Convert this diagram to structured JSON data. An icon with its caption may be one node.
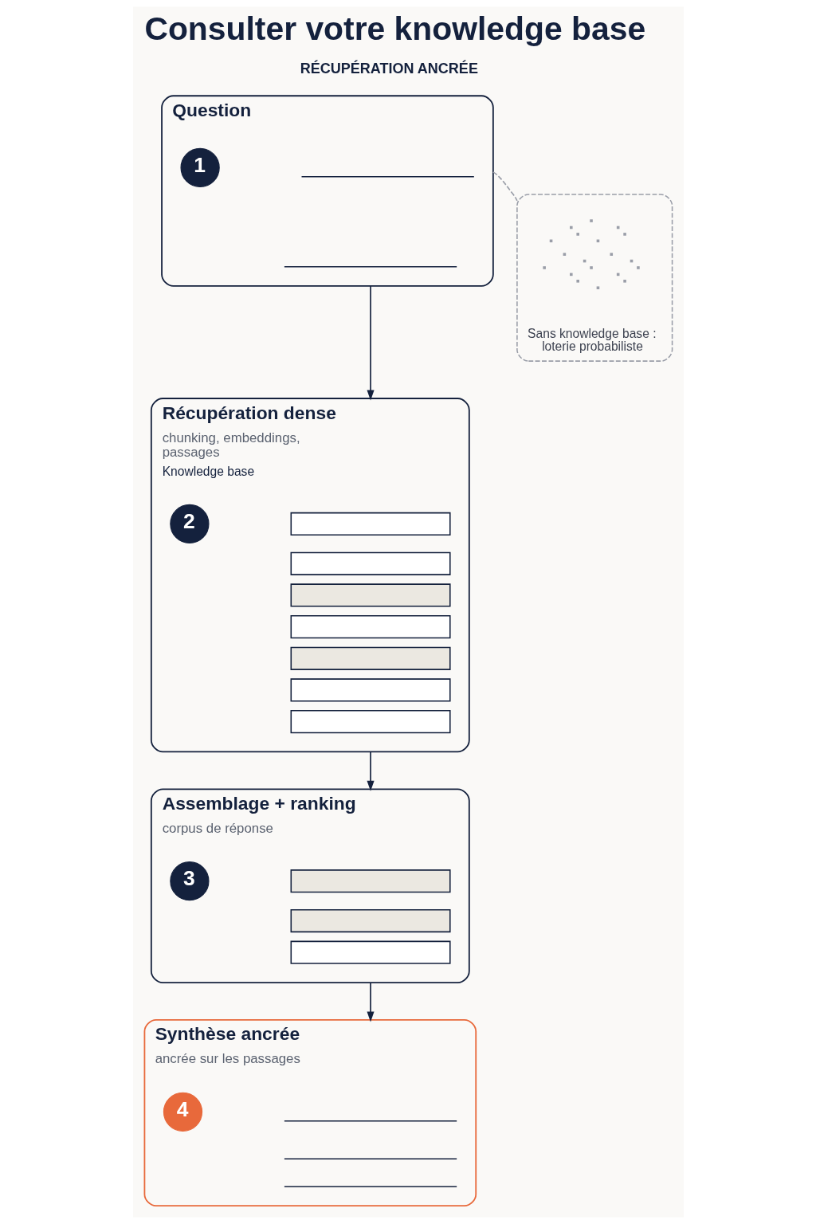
{
  "diagram": {
    "title": "Consulter votre knowledge base",
    "nodes": [
      {
        "text": [
          "Question"
        ]
      },
      {
        "text": [
          "1"
        ],
        "in": 0
      },
      {
        "text": [],
        "shape": "line",
        "in": 0
      },
      {
        "text": [],
        "shape": "line",
        "in": 0
      },
      {
        "text": [
          "Sans knowledge base : loterie probabiliste"
        ]
      },
      {
        "text": [],
        "shape": "picture",
        "in": 4
      },
      {
        "text": [
          "Récupération dense",
          "chunking, embeddings, passages",
          "Knowledge base"
        ]
      },
      {
        "text": [
          "2"
        ],
        "in": 6
      },
      {
        "text": [],
        "shape": "box",
        "in": 6
      },
      {
        "text": [],
        "shape": "box",
        "in": 6
      },
      {
        "text": [],
        "shape": "box",
        "in": 6
      },
      {
        "text": [],
        "shape": "box",
        "in": 6
      },
      {
        "text": [],
        "shape": "box",
        "in": 6
      },
      {
        "text": [],
        "shape": "box",
        "in": 6
      },
      {
        "text": [],
        "shape": "box",
        "in": 6
      },
      {
        "text": [
          "Assemblage + ranking",
          "corpus de réponse"
        ]
      },
      {
        "text": [
          "3"
        ],
        "in": 15
      },
      {
        "text": [],
        "shape": "box",
        "in": 15
      },
      {
        "text": [],
        "shape": "box",
        "in": 15
      },
      {
        "text": [],
        "shape": "box",
        "in": 15
      },
      {
        "text": [
          "Synthèse ancrée",
          "ancrée sur les passages"
        ]
      },
      {
        "text": [
          "4"
        ],
        "in": 20
      },
      {
        "text": [],
        "shape": "line",
        "in": 20
      },
      {
        "text": [],
        "shape": "line",
        "in": 20
      },
      {
        "text": [],
        "shape": "line",
        "in": 20
      }
    ],
    "edges": [
      {
        "from": 0,
        "to": 6,
        "arrow": "to"
      },
      {
        "from": 0,
        "to": 4,
        "arrow": "none",
        "style": "dashed",
        "color": "#9a9ea8"
      },
      {
        "from": 6,
        "to": 15,
        "arrow": "to"
      },
      {
        "from": 15,
        "to": 20,
        "arrow": "to"
      }
    ],
    "labels": [
      "RÉCUPÉRATION ANCRÉE"
    ]
  }
}
